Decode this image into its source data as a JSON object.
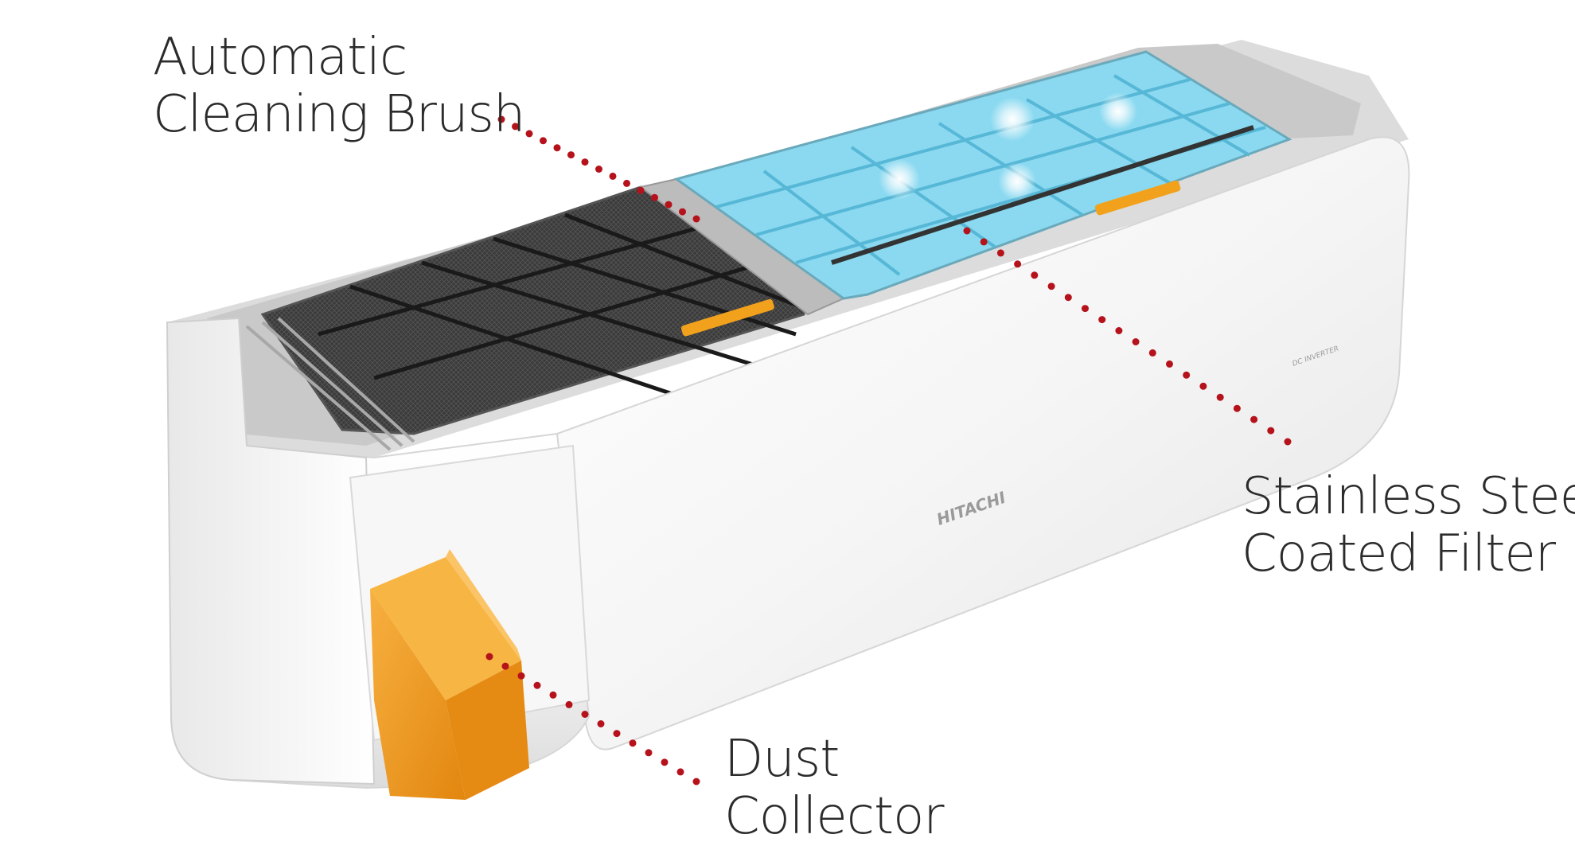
{
  "labels": {
    "brush": {
      "line1": "Automatic",
      "line2": "Cleaning Brush"
    },
    "filter": {
      "line1": "Stainless Steel",
      "line2": "Coated Filter"
    },
    "dust": {
      "line1": "Dust",
      "line2": "Collector"
    }
  },
  "unit": {
    "brand": "HITACHI",
    "model_badge": "DC INVERTER"
  },
  "colors": {
    "leader_dot": "#b5121b",
    "dust_box": "#f39a1e",
    "clean_filter": "#7fd6ef",
    "dirty_filter": "#2e2e2e",
    "body": "#f4f4f4",
    "text": "#2b2b2b"
  },
  "icons": [
    "leader-dots",
    "air-conditioner-illustration"
  ]
}
